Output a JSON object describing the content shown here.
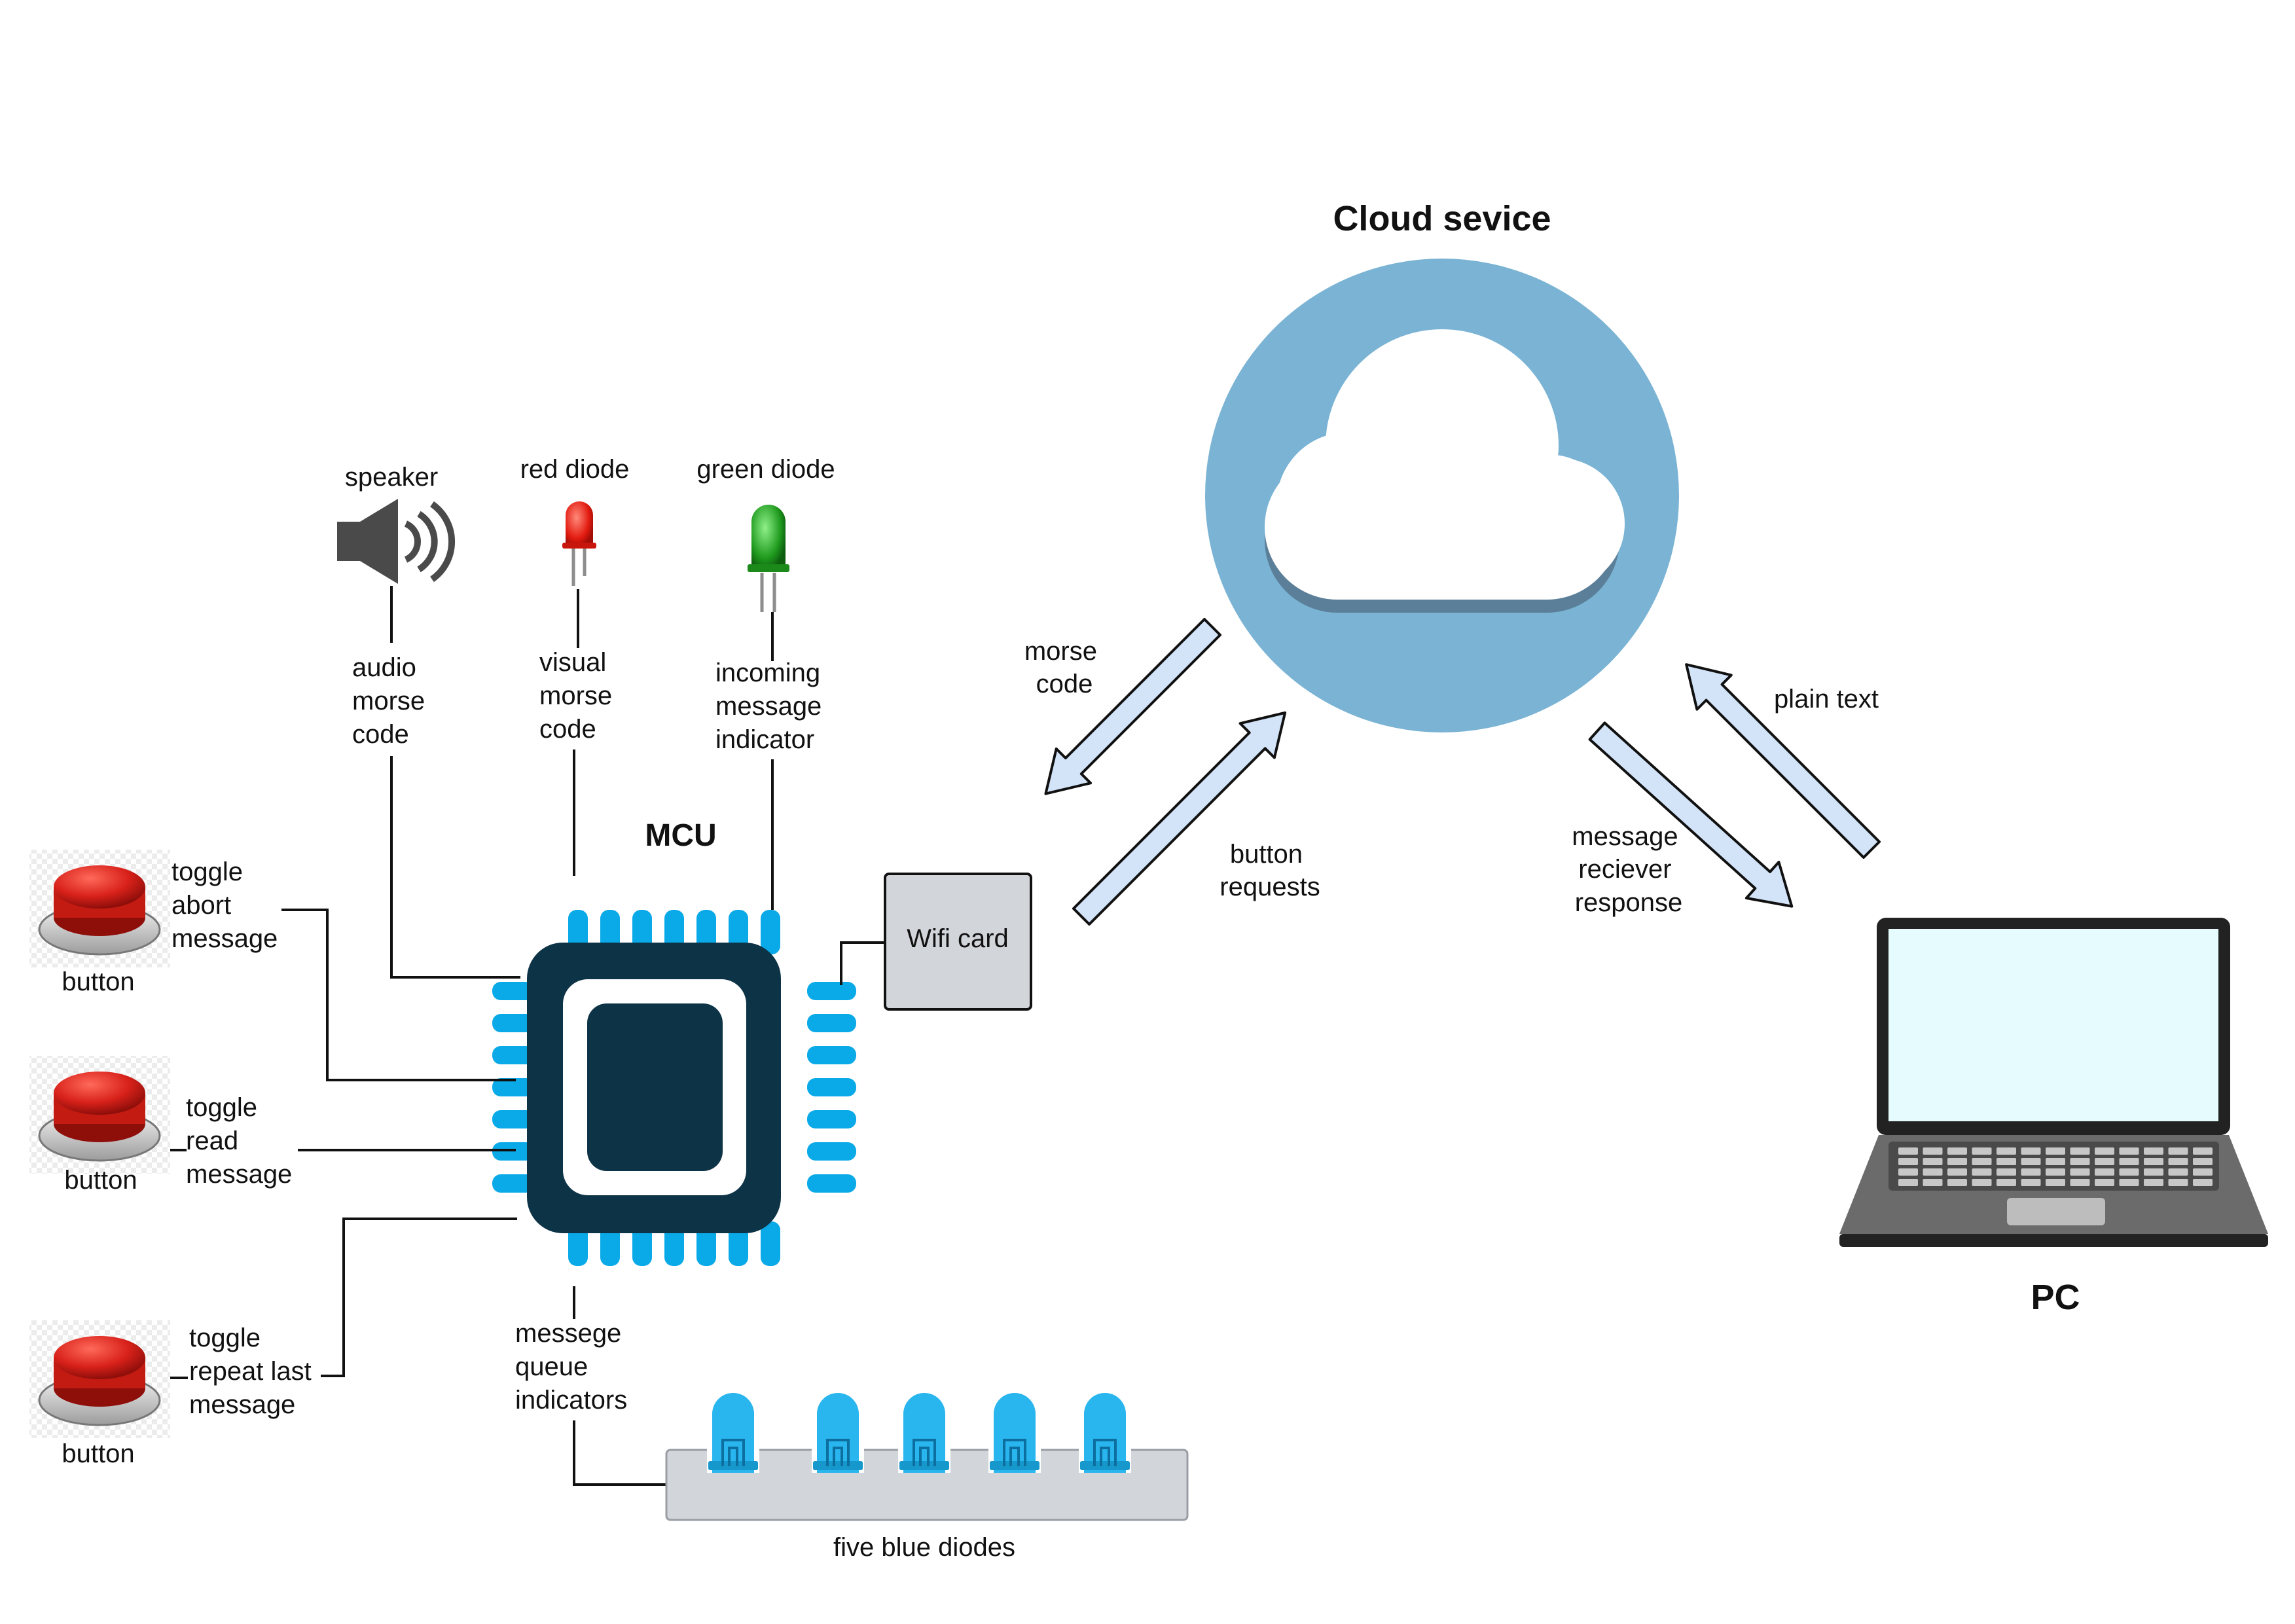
{
  "title_cloud": "Cloud sevice",
  "title_mcu": "MCU",
  "title_pc": "PC",
  "wifi_card": "Wifi card",
  "top_components": {
    "speaker": "speaker",
    "red_diode": "red diode",
    "green_diode": "green diode"
  },
  "signals": {
    "audio": [
      "audio",
      "morse",
      "code"
    ],
    "visual": [
      "visual",
      "morse",
      "code"
    ],
    "incoming": [
      "incoming",
      "message",
      "indicator"
    ],
    "queue": [
      "messege",
      "queue",
      "indicators"
    ]
  },
  "buttons": [
    {
      "label": "button",
      "action": [
        "toggle",
        "abort",
        "message"
      ]
    },
    {
      "label": "button",
      "action": [
        "toggle",
        "read",
        "message"
      ]
    },
    {
      "label": "button",
      "action": [
        "toggle",
        "repeat last",
        "message"
      ]
    }
  ],
  "blue_diodes_label": "five blue diodes",
  "arrows": {
    "morse_code": [
      "morse",
      "code"
    ],
    "button_requests": [
      "button",
      "requests"
    ],
    "plain_text": "plain text",
    "message_response": [
      "message",
      "reciever",
      "response"
    ]
  },
  "colors": {
    "cloud_circle": "#7ab3d4",
    "chip_body": "#0d3347",
    "chip_pins": "#0aa9e8",
    "arrow_fill": "#d3e4f8",
    "blue_diode": "#29b5ee",
    "wifi_box": "#d2d5da",
    "screen": "#e5fbfd"
  }
}
